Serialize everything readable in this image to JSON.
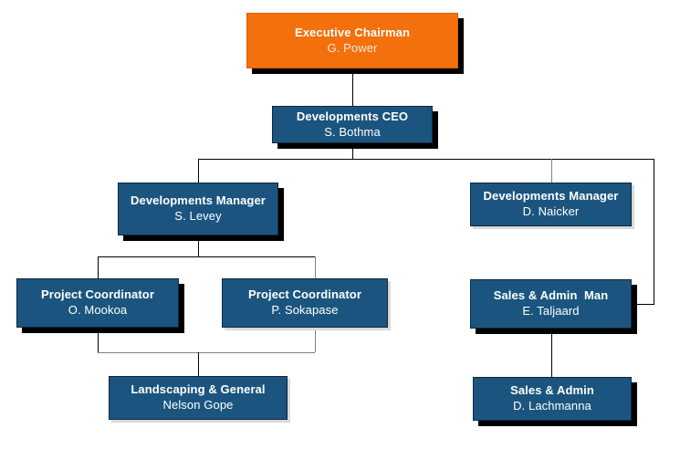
{
  "chart_data": {
    "type": "diagram",
    "diagram_kind": "organizational-chart",
    "title": "",
    "background_color": "#ffffff",
    "node_fill_color": "#1b557f",
    "root_fill_color": "#f4700c",
    "node_text_color": "#ffffff",
    "connector_color": "#000000",
    "nodes": [
      {
        "id": "exec-chairman",
        "title": "Executive Chairman",
        "person": "G. Power",
        "level": 0,
        "color": "#f4700c",
        "shadow": "dark"
      },
      {
        "id": "developments-ceo",
        "title": "Developments CEO",
        "person": "S. Bothma",
        "level": 1,
        "color": "#1b557f",
        "shadow": "dark"
      },
      {
        "id": "developments-manager-levey",
        "title": "Developments Manager",
        "person": "S. Levey",
        "level": 2,
        "color": "#1b557f",
        "shadow": "dark"
      },
      {
        "id": "developments-manager-naicker",
        "title": "Developments Manager",
        "person": "D. Naicker",
        "level": 2,
        "color": "#1b557f",
        "shadow": "soft"
      },
      {
        "id": "project-coordinator-mookoa",
        "title": "Project Coordinator",
        "person": "O. Mookoa",
        "level": 3,
        "color": "#1b557f",
        "shadow": "dark"
      },
      {
        "id": "project-coordinator-sokapase",
        "title": "Project Coordinator",
        "person": "P. Sokapase",
        "level": 3,
        "color": "#1b557f",
        "shadow": "soft"
      },
      {
        "id": "sales-admin-manager",
        "title": "Sales & Admin  Man",
        "person": "E. Taljaard",
        "level": 3,
        "color": "#1b557f",
        "shadow": "dark"
      },
      {
        "id": "landscaping-general",
        "title": "Landscaping & General",
        "person": "Nelson Gope",
        "level": 4,
        "color": "#1b557f",
        "shadow": "soft"
      },
      {
        "id": "sales-admin",
        "title": "Sales & Admin",
        "person": "D. Lachmanna",
        "level": 4,
        "color": "#1b557f",
        "shadow": "dark"
      }
    ],
    "edges": [
      {
        "from": "exec-chairman",
        "to": "developments-ceo"
      },
      {
        "from": "developments-ceo",
        "to": "developments-manager-levey"
      },
      {
        "from": "developments-ceo",
        "to": "developments-manager-naicker"
      },
      {
        "from": "developments-ceo",
        "to": "sales-admin-manager"
      },
      {
        "from": "developments-manager-levey",
        "to": "project-coordinator-mookoa"
      },
      {
        "from": "developments-manager-levey",
        "to": "project-coordinator-sokapase"
      },
      {
        "from": "project-coordinator-mookoa",
        "to": "landscaping-general"
      },
      {
        "from": "project-coordinator-sokapase",
        "to": "landscaping-general"
      },
      {
        "from": "sales-admin-manager",
        "to": "sales-admin"
      }
    ]
  }
}
